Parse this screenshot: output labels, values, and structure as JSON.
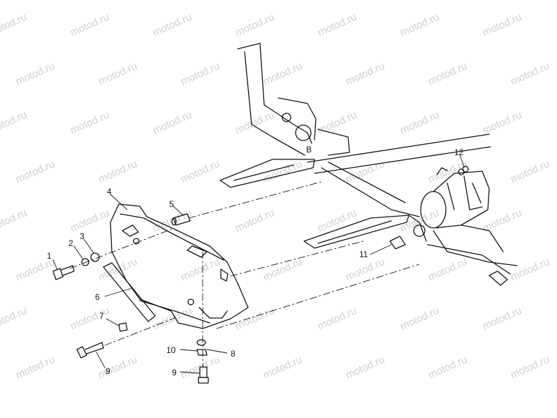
{
  "watermark": "motod.ru",
  "callouts": {
    "c1": "1",
    "c2": "2",
    "c3": "3",
    "c4": "4",
    "c5": "5",
    "c6": "6",
    "c7": "7",
    "c8": "8",
    "c9a": "9",
    "c9b": "9",
    "c10": "10",
    "c11": "11",
    "c12": "12"
  }
}
